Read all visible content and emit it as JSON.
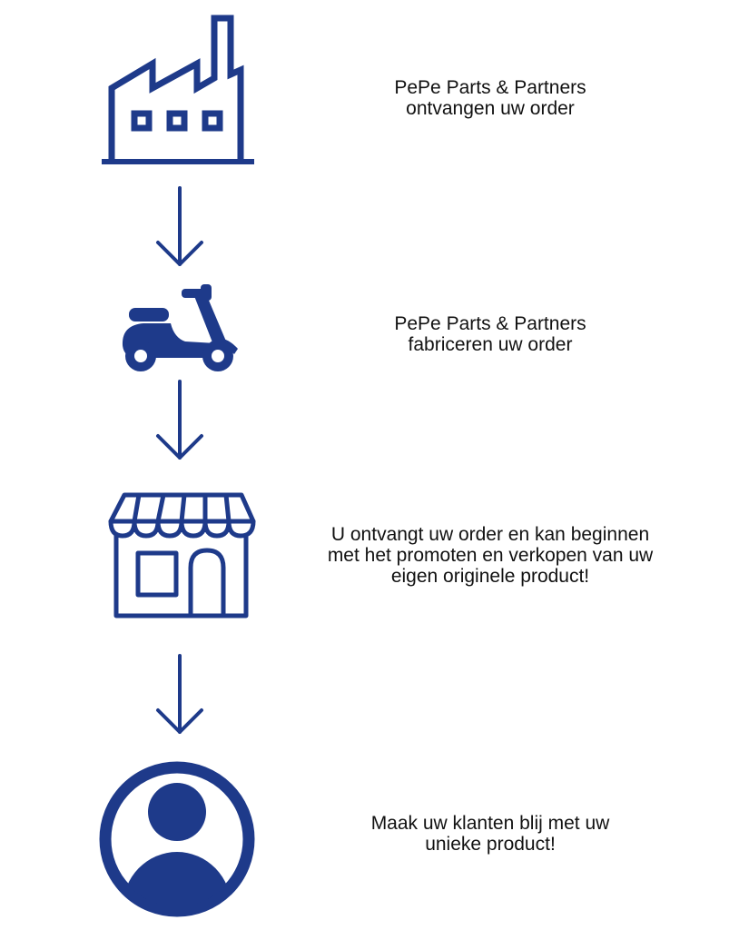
{
  "colors": {
    "icon": "#1e3a8a",
    "text": "#111111",
    "background": "#ffffff"
  },
  "steps": [
    {
      "icon": "factory-icon",
      "lines": [
        "PePe Parts & Partners",
        "ontvangen uw order"
      ]
    },
    {
      "icon": "scooter-icon",
      "lines": [
        "PePe Parts & Partners",
        "fabriceren uw order"
      ]
    },
    {
      "icon": "storefront-icon",
      "lines": [
        "U ontvangt uw order en kan beginnen",
        "met het promoten en verkopen van uw",
        "eigen originele product!"
      ]
    },
    {
      "icon": "user-profile-icon",
      "lines": [
        "Maak uw klanten blij met uw",
        "unieke product!"
      ]
    }
  ],
  "connectors": [
    "arrow-down-icon",
    "arrow-down-icon",
    "arrow-down-icon"
  ]
}
